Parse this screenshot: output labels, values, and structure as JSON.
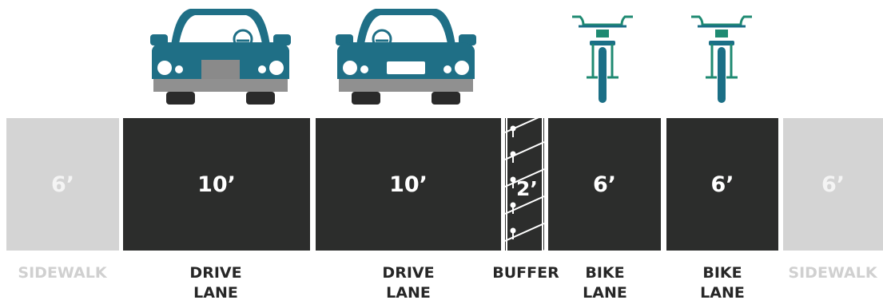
{
  "lanes": [
    {
      "width": "6’",
      "label1": "SIDEWALK",
      "label2": ""
    },
    {
      "width": "10’",
      "label1": "DRIVE",
      "label2": "LANE"
    },
    {
      "width": "10’",
      "label1": "DRIVE",
      "label2": "LANE"
    },
    {
      "width": "2’",
      "label1": "BUFFER",
      "label2": ""
    },
    {
      "width": "6’",
      "label1": "BIKE",
      "label2": "LANE"
    },
    {
      "width": "6’",
      "label1": "BIKE",
      "label2": "LANE"
    },
    {
      "width": "6’",
      "label1": "SIDEWALK",
      "label2": ""
    }
  ],
  "colors": {
    "road": "#2c2d2c",
    "sidewalk": "#d4d4d4",
    "car_body": "#1f6f86",
    "car_dark": "#17566a",
    "bike_green": "#1f8a72",
    "bike_teal": "#1b6f86"
  },
  "icons": [
    "car-icon",
    "car-icon",
    "bicycle-icon",
    "bicycle-icon",
    "bollard-icon"
  ]
}
